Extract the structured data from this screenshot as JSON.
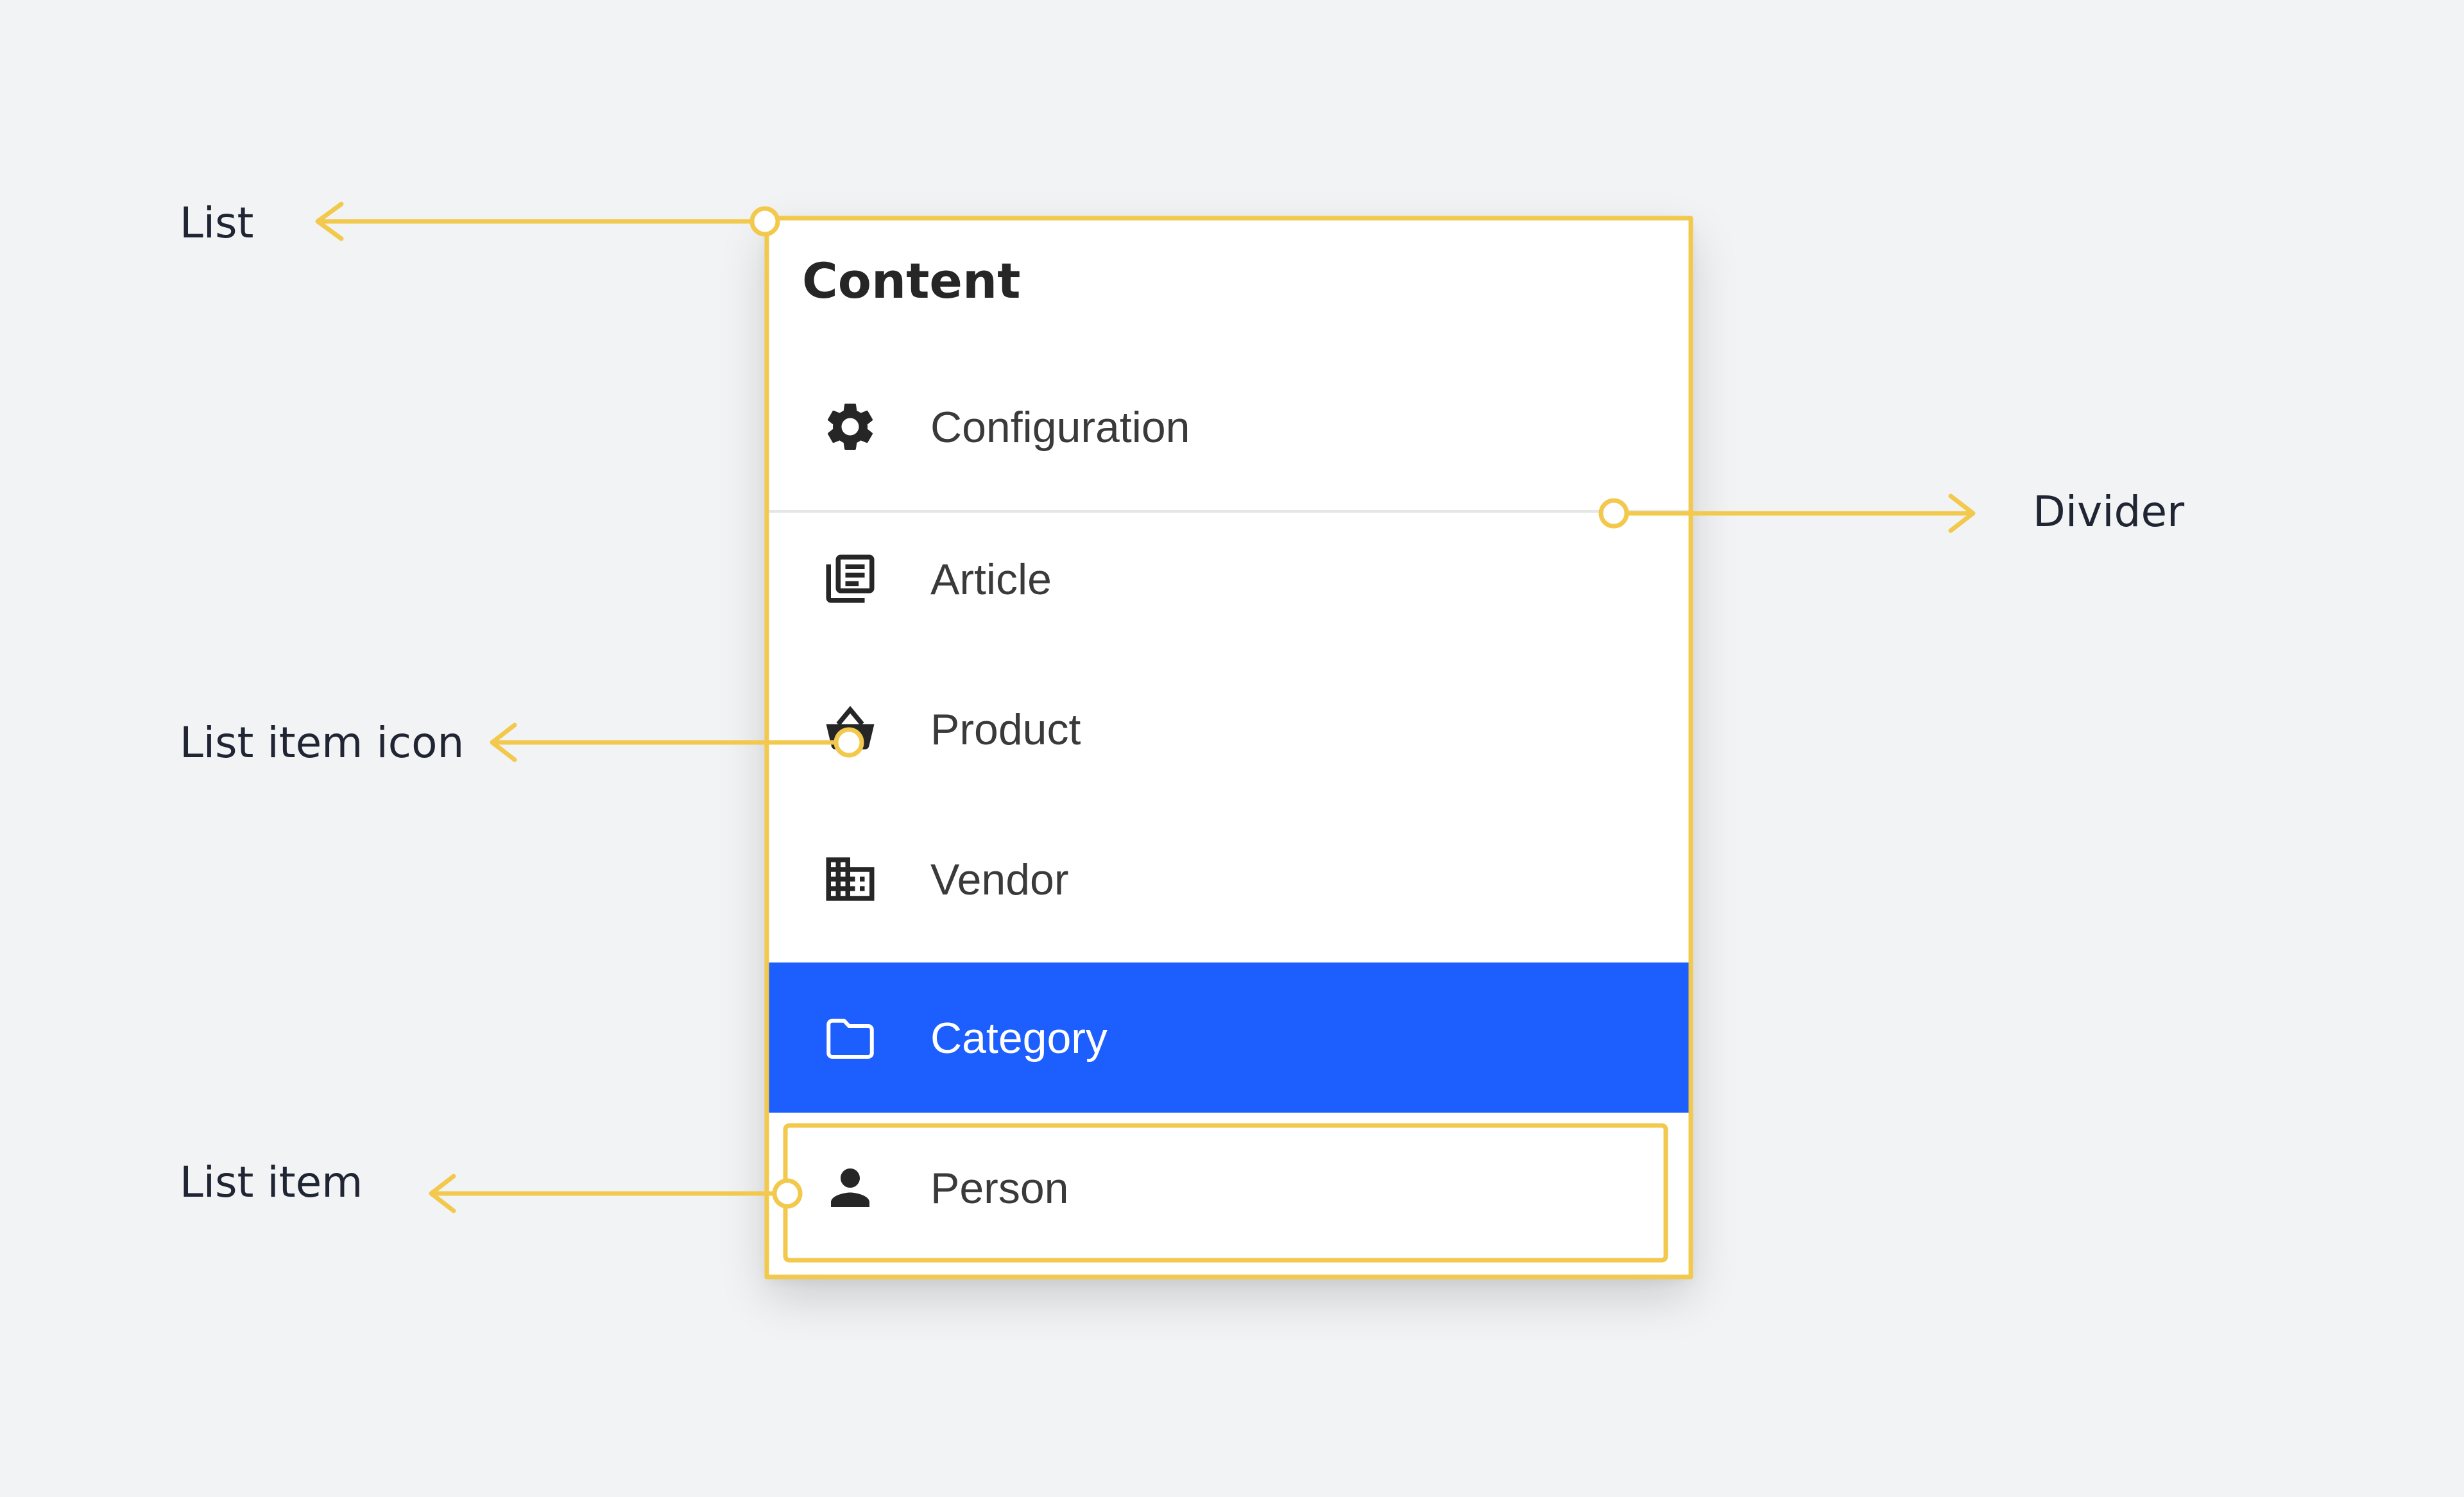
{
  "annotation_color": "#f2c94c",
  "selected_color": "#1d5ffe",
  "callouts": {
    "list": "List",
    "list_item_icon": "List item icon",
    "list_item": "List item",
    "divider": "Divider"
  },
  "list": {
    "title": "Content",
    "items": [
      {
        "label": "Configuration",
        "icon": "gear-icon",
        "selected": false
      },
      {
        "label": "Article",
        "icon": "article-icon",
        "selected": false
      },
      {
        "label": "Product",
        "icon": "basket-icon",
        "selected": false
      },
      {
        "label": "Vendor",
        "icon": "building-icon",
        "selected": false
      },
      {
        "label": "Category",
        "icon": "folder-icon",
        "selected": true
      },
      {
        "label": "Person",
        "icon": "person-icon",
        "selected": false
      }
    ]
  }
}
